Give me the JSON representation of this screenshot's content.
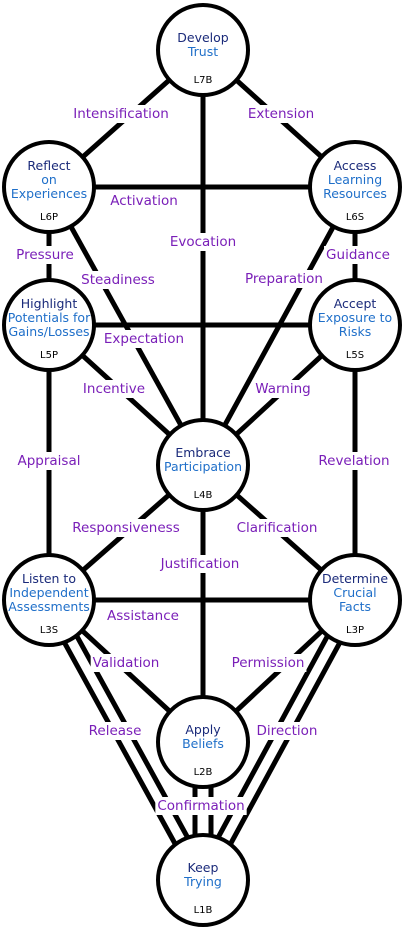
{
  "colors": {
    "title_text": "#1a2a7a",
    "accent_text": "#1f6fc9",
    "edge_label": "#7a1fb8",
    "line": "#000000"
  },
  "nodes": [
    {
      "id": "develop-trust",
      "lines": [
        {
          "text": "Develop",
          "style": "title"
        },
        {
          "text": "Trust",
          "style": "accent"
        }
      ],
      "code": "L7B"
    },
    {
      "id": "reflect-on-experiences",
      "lines": [
        {
          "text": "Reflect",
          "style": "title"
        },
        {
          "text": "on",
          "style": "accent"
        },
        {
          "text": "Experiences",
          "style": "accent"
        }
      ],
      "code": "L6P"
    },
    {
      "id": "access-learning-resources",
      "lines": [
        {
          "text": "Access",
          "style": "title"
        },
        {
          "text": "Learning",
          "style": "accent"
        },
        {
          "text": "Resources",
          "style": "accent"
        }
      ],
      "code": "L6S"
    },
    {
      "id": "highlight-potentials",
      "lines": [
        {
          "text": "Highlight",
          "style": "title"
        },
        {
          "text": "Potentials for",
          "style": "accent"
        },
        {
          "text": "Gains/Losses",
          "style": "accent"
        }
      ],
      "code": "L5P"
    },
    {
      "id": "accept-exposure",
      "lines": [
        {
          "text": "Accept",
          "style": "title"
        },
        {
          "text": "Exposure to",
          "style": "accent"
        },
        {
          "text": "Risks",
          "style": "accent"
        }
      ],
      "code": "L5S"
    },
    {
      "id": "embrace-participation",
      "lines": [
        {
          "text": "Embrace",
          "style": "title"
        },
        {
          "text": "Participation",
          "style": "accent"
        }
      ],
      "code": "L4B"
    },
    {
      "id": "listen-to-assessments",
      "lines": [
        {
          "text": "Listen to",
          "style": "title"
        },
        {
          "text": "Independent",
          "style": "accent"
        },
        {
          "text": "Assessments",
          "style": "accent"
        }
      ],
      "code": "L3S"
    },
    {
      "id": "determine-crucial-facts",
      "lines": [
        {
          "text": "Determine",
          "style": "title"
        },
        {
          "text": "Crucial",
          "style": "accent"
        },
        {
          "text": "Facts",
          "style": "accent"
        }
      ],
      "code": "L3P"
    },
    {
      "id": "apply-beliefs",
      "lines": [
        {
          "text": "Apply",
          "style": "title"
        },
        {
          "text": "Beliefs",
          "style": "accent"
        }
      ],
      "code": "L2B"
    },
    {
      "id": "keep-trying",
      "lines": [
        {
          "text": "Keep",
          "style": "title"
        },
        {
          "text": "Trying",
          "style": "accent"
        }
      ],
      "code": "L1B"
    }
  ],
  "edges": [
    {
      "from": "develop-trust",
      "to": "reflect-on-experiences",
      "label": "Intensification"
    },
    {
      "from": "develop-trust",
      "to": "access-learning-resources",
      "label": "Extension"
    },
    {
      "from": "reflect-on-experiences",
      "to": "access-learning-resources",
      "label": "Activation"
    },
    {
      "from": "develop-trust",
      "to": "embrace-participation",
      "label": "Evocation"
    },
    {
      "from": "reflect-on-experiences",
      "to": "highlight-potentials",
      "label": "Pressure"
    },
    {
      "from": "access-learning-resources",
      "to": "accept-exposure",
      "label": "Guidance"
    },
    {
      "from": "reflect-on-experiences",
      "to": "embrace-participation",
      "label": "Steadiness"
    },
    {
      "from": "access-learning-resources",
      "to": "embrace-participation",
      "label": "Preparation"
    },
    {
      "from": "highlight-potentials",
      "to": "accept-exposure",
      "label": "Expectation"
    },
    {
      "from": "highlight-potentials",
      "to": "embrace-participation",
      "label": "Incentive"
    },
    {
      "from": "accept-exposure",
      "to": "embrace-participation",
      "label": "Warning"
    },
    {
      "from": "highlight-potentials",
      "to": "listen-to-assessments",
      "label": "Appraisal"
    },
    {
      "from": "accept-exposure",
      "to": "determine-crucial-facts",
      "label": "Revelation"
    },
    {
      "from": "embrace-participation",
      "to": "listen-to-assessments",
      "label": "Responsiveness"
    },
    {
      "from": "embrace-participation",
      "to": "determine-crucial-facts",
      "label": "Clarification"
    },
    {
      "from": "embrace-participation",
      "to": "apply-beliefs",
      "label": "Justification"
    },
    {
      "from": "listen-to-assessments",
      "to": "determine-crucial-facts",
      "label": "Assistance"
    },
    {
      "from": "listen-to-assessments",
      "to": "apply-beliefs",
      "label": "Validation"
    },
    {
      "from": "determine-crucial-facts",
      "to": "apply-beliefs",
      "label": "Permission"
    },
    {
      "from": "listen-to-assessments",
      "to": "keep-trying",
      "label": "Release"
    },
    {
      "from": "determine-crucial-facts",
      "to": "keep-trying",
      "label": "Direction"
    },
    {
      "from": "apply-beliefs",
      "to": "keep-trying",
      "label": "Confirmation"
    }
  ]
}
